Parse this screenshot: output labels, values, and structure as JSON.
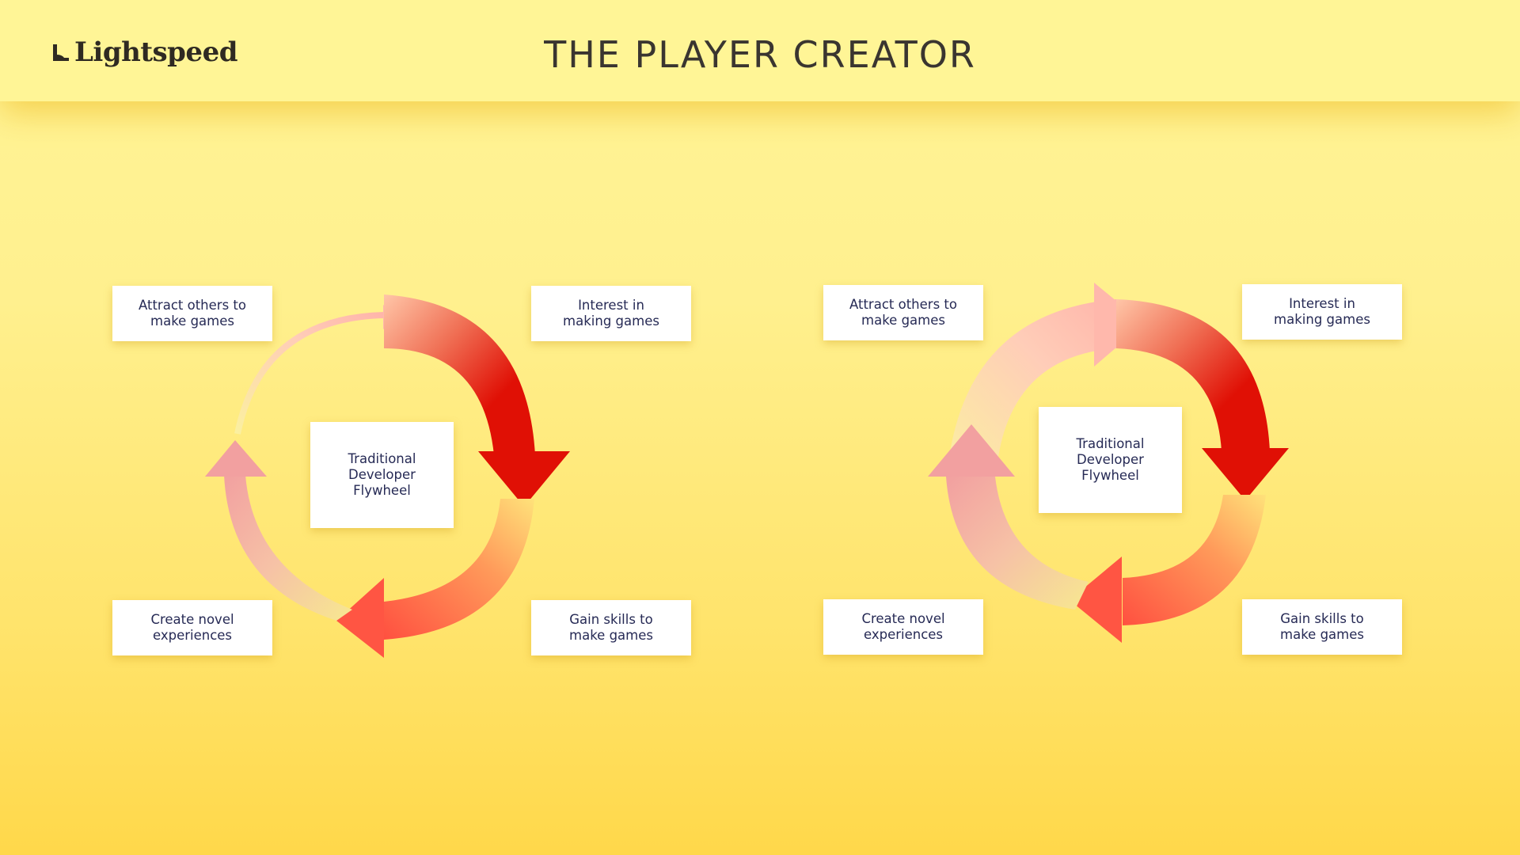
{
  "header": {
    "logo_text": "Lightspeed",
    "title": "THE PLAYER CREATOR"
  },
  "colors": {
    "arrow_strong": "#e01005",
    "arrow_mid": "#ff5a48",
    "arrow_light": "#ffc3b4",
    "arrow_pink": "#f2a0a0"
  },
  "diagrams": [
    {
      "center": "Traditional\nDeveloper\nFlywheel",
      "steps": {
        "top_left": "Attract others to\nmake games",
        "top_right": "Interest in\nmaking games",
        "bottom_left": "Create novel\nexperiences",
        "bottom_right": "Gain skills to\nmake games"
      }
    },
    {
      "center": "Traditional\nDeveloper\nFlywheel",
      "steps": {
        "top_left": "Attract others to\nmake games",
        "top_right": "Interest in\nmaking games",
        "bottom_left": "Create novel\nexperiences",
        "bottom_right": "Gain skills to\nmake games"
      }
    }
  ]
}
